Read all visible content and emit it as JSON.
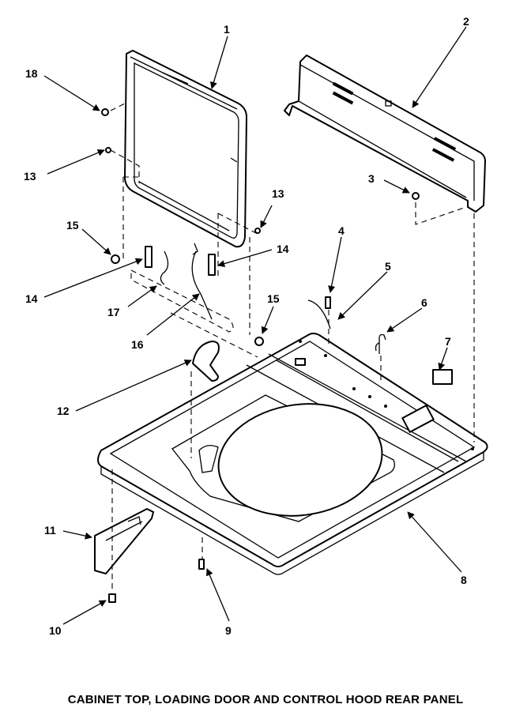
{
  "caption": "CABINET TOP, LOADING DOOR AND CONTROL HOOD REAR PANEL",
  "callouts": {
    "c1": "1",
    "c2": "2",
    "c3": "3",
    "c4": "4",
    "c5": "5",
    "c6": "6",
    "c7": "7",
    "c8": "8",
    "c9": "9",
    "c10": "10",
    "c11": "11",
    "c12": "12",
    "c13a": "13",
    "c13b": "13",
    "c14a": "14",
    "c14b": "14",
    "c15a": "15",
    "c15b": "15",
    "c16": "16",
    "c17": "17",
    "c18": "18"
  }
}
